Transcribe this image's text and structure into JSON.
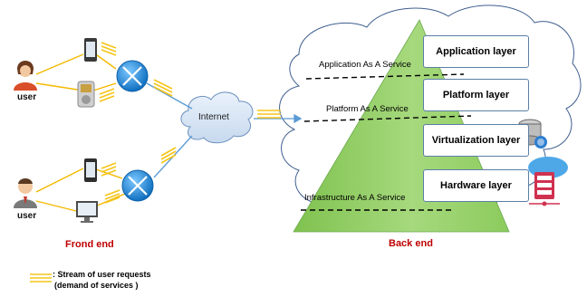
{
  "front": {
    "user_top": "user",
    "user_bottom": "user",
    "internet": "Internet",
    "label": "Frond end"
  },
  "back": {
    "label": "Back end",
    "layers": [
      "Application layer",
      "Platform layer",
      "Virtualization layer",
      "Hardware  layer"
    ],
    "services": [
      "Application As A Service",
      "Platform  As A Service",
      "Infrastructure  As A Service"
    ]
  },
  "legend": {
    "line1": ": Stream of user requests",
    "line2": "(demand of services )"
  },
  "colors": {
    "request_stream": "#f5c518",
    "link": "#5b9bd5",
    "router": "#1e8fe0",
    "pyramid": "#8fcf5e",
    "cloud_stroke": "#3f5f8f",
    "end_label": "#c00000"
  }
}
